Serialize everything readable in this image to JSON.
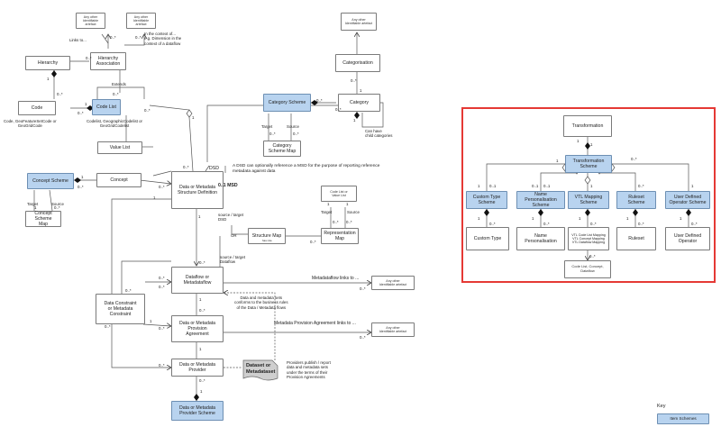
{
  "boxes": {
    "any_identifiable_1": "Any other\nIdentifiable artefact",
    "any_identifiable_2": "Any other\nIdentifiable artefact",
    "hierarchy": "Hierarchy",
    "hierarchy_association": "Hierarchy\nAssociation",
    "code": "Code",
    "code_list": "Code List",
    "value_list": "Value List",
    "concept_scheme": "Concept Scheme",
    "concept": "Concept",
    "concept_scheme_map": "Concept Scheme\nMap",
    "dsd": "Data or Metadata\nStructure Definition",
    "structure_map": "Structure Map",
    "representation_map": "Representation\nMap",
    "code_list_or_value_list": "Code List or\nValue List",
    "categorisation": "Categorisation",
    "any_identifiable_3": "Any other\nIdentifiable artefact",
    "category_scheme": "Category Scheme",
    "category": "Category",
    "category_scheme_map": "Category\nScheme Map",
    "dataflow": "Dataflow or\nMetadataflow",
    "any_identifiable_4": "Any other\nIdentifiable artefact",
    "constraint": "Data Constraint\nor Metadata\nConstraint",
    "provision_agreement": "Data or Metadata\nProvision\nAgreement",
    "any_identifiable_5": "Any other\nIdentifiable artefact",
    "provider": "Data or Metadata\nProvider",
    "dataset": "Dataset or\nMetadataset",
    "provider_scheme": "Data or Metadata\nProvider Scheme",
    "transformation": "Transformation",
    "transformation_scheme": "Transformation\nScheme",
    "custom_type_scheme": "Custom Type\nScheme",
    "name_personalisation_scheme": "Name Personalisation\nScheme",
    "vtl_mapping_scheme": "VTL Mapping\nScheme",
    "ruleset_scheme": "Ruleset Scheme",
    "udo_scheme": "User Defined\nOperator Scheme",
    "custom_type": "Custom Type",
    "name_personalisation": "Name\nPersonalisation",
    "vtl_mappings": "VTL Code List Mapping\nVTL Concept Mapping\nVTL Dataflow Mapping",
    "ruleset": "Ruleset",
    "udo": "User Defined\nOperator",
    "vtl_targets": "Code List, Concept,\nDataflow",
    "key_item_schemes": "Item Schemes"
  },
  "texts": {
    "links_to": "Links to...",
    "context_of": "In the context of...\ne.g. Dimension in the\ncontext of a dataflow",
    "extends": "Extends",
    "code_subtypes": "Code, GeoFeatureSetCode or\nGeoGridCode",
    "codelist_subtypes": "Codelist, GeographicCodelist or\nGeoGridCodelist",
    "can_have_child_categories": "Can have\nchild categories",
    "dsd_note": "A DSD can optionally reference a MSD for the purpose of reporting reference\nmetadata against data",
    "dsd_label": "DSD",
    "msd_label": "0..1 MSD",
    "source_target_dsd": "source / target\nDSD",
    "source_target_dataflow": "source / target\nDataflow",
    "or_label": "OR",
    "has_role": "has role",
    "target_cs": "Target",
    "source_cs": "Source",
    "target_cat": "Target",
    "source_cat": "Source",
    "target_rep": "Target",
    "source_rep": "Source",
    "metadataflow_links": "Metadataflow links to ...",
    "conforms_note": "Data and metadata sets\nconforms to the business rules\nof the Data / Metadata flows",
    "provision_links": "Metadata Provision Agreement links to ...",
    "providers_publish": "Providers publish / report\ndata and metadata sets\nunder the terms of their\nProvision Agreements",
    "key": "Key"
  },
  "multiplicities": [
    "0..*",
    "0..*",
    "0..*",
    "1",
    "0..*",
    "1",
    "0..*",
    "0..*",
    "1",
    "0..*",
    "1",
    "0..*",
    "0..*",
    "0..*",
    "1",
    "0..*",
    "0..*",
    "1",
    "1",
    "0..*",
    "0..*",
    "0..*",
    "0..*",
    "0..*",
    "1",
    "1",
    "0..*",
    "0..*",
    "1",
    "1",
    "0..*",
    "0..*",
    "0..*",
    "0..*",
    "0..*",
    "1",
    "0..*",
    "1",
    "0..*",
    "0..*",
    "1",
    "0..*",
    "0..*",
    "0..*",
    "1",
    "1",
    "1",
    "0..1",
    "1",
    "0..1",
    "1",
    "0..*",
    "1",
    "0..*",
    "1",
    "0..*",
    "1",
    "0..*",
    "1",
    "0..*",
    "1",
    "0..*",
    "1",
    "0..*",
    "0..*",
    "0..1",
    "1"
  ]
}
